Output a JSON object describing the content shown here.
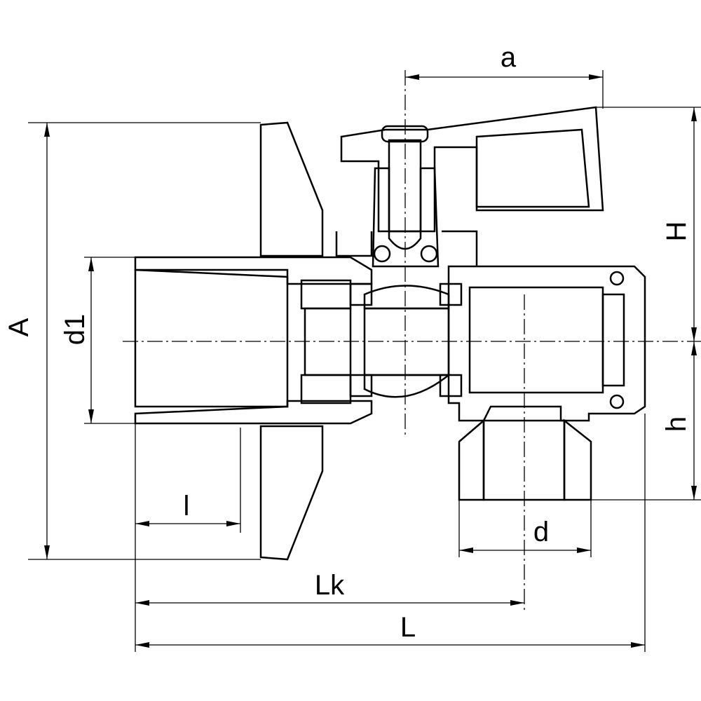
{
  "drawing": {
    "title": "Angle ball valve dimension drawing",
    "dimensions": {
      "a": "a",
      "H": "H",
      "h": "h",
      "d": "d",
      "A": "A",
      "d1": "d1",
      "l": "l",
      "Lk": "Lk",
      "L": "L"
    },
    "colors": {
      "line": "#000000",
      "background": "#ffffff"
    }
  }
}
